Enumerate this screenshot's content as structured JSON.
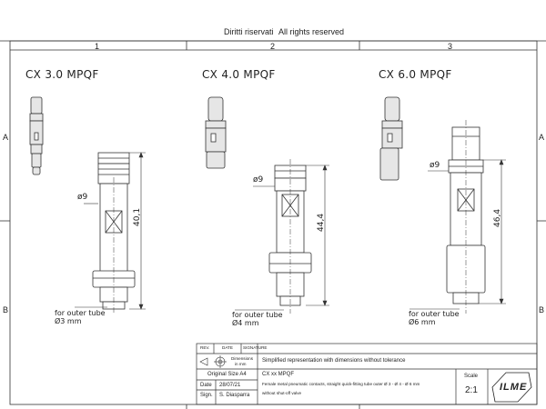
{
  "header": {
    "rights_it": "Diritti riservati",
    "rights_en": "All rights reserved"
  },
  "grid": {
    "columns": [
      "1",
      "2",
      "3"
    ],
    "rows": [
      "A",
      "B"
    ]
  },
  "parts": [
    {
      "title": "CX 3.0 MPQF",
      "diameter": "ø9",
      "length": "40,1",
      "note_line1": "for outer tube",
      "note_line2": "Ø3 mm"
    },
    {
      "title": "CX 4.0 MPQF",
      "diameter": "ø9",
      "length": "44,4",
      "note_line1": "for outer tube",
      "note_line2": "Ø4 mm"
    },
    {
      "title": "CX 6.0 MPQF",
      "diameter": "ø9",
      "length": "46,4",
      "note_line1": "for outer tube",
      "note_line2": "Ø6 mm"
    }
  ],
  "title_block": {
    "rev_label": "REV.",
    "date_label": "DATE",
    "signature_label": "SIGNATURE",
    "dimensions_label": "Dimensions",
    "dimensions_unit": "in mm",
    "representation": "Simplified representation with dimensions without tolerance",
    "original_size": "Original Size A4",
    "date_key": "Date",
    "date_value": "28/07/21",
    "sign_key": "Sign.",
    "sign_value": "S. Diasparra",
    "part_code": "CX xx MPQF",
    "description_line1": "Female metal pneumatic contacts, straight quick-fitting tube outer Ø 3 - Ø 4 - Ø 6 mm",
    "description_line2": "without shut-off valve",
    "scale_label": "Scale",
    "scale_value": "2:1",
    "logo_text": "ILME"
  }
}
